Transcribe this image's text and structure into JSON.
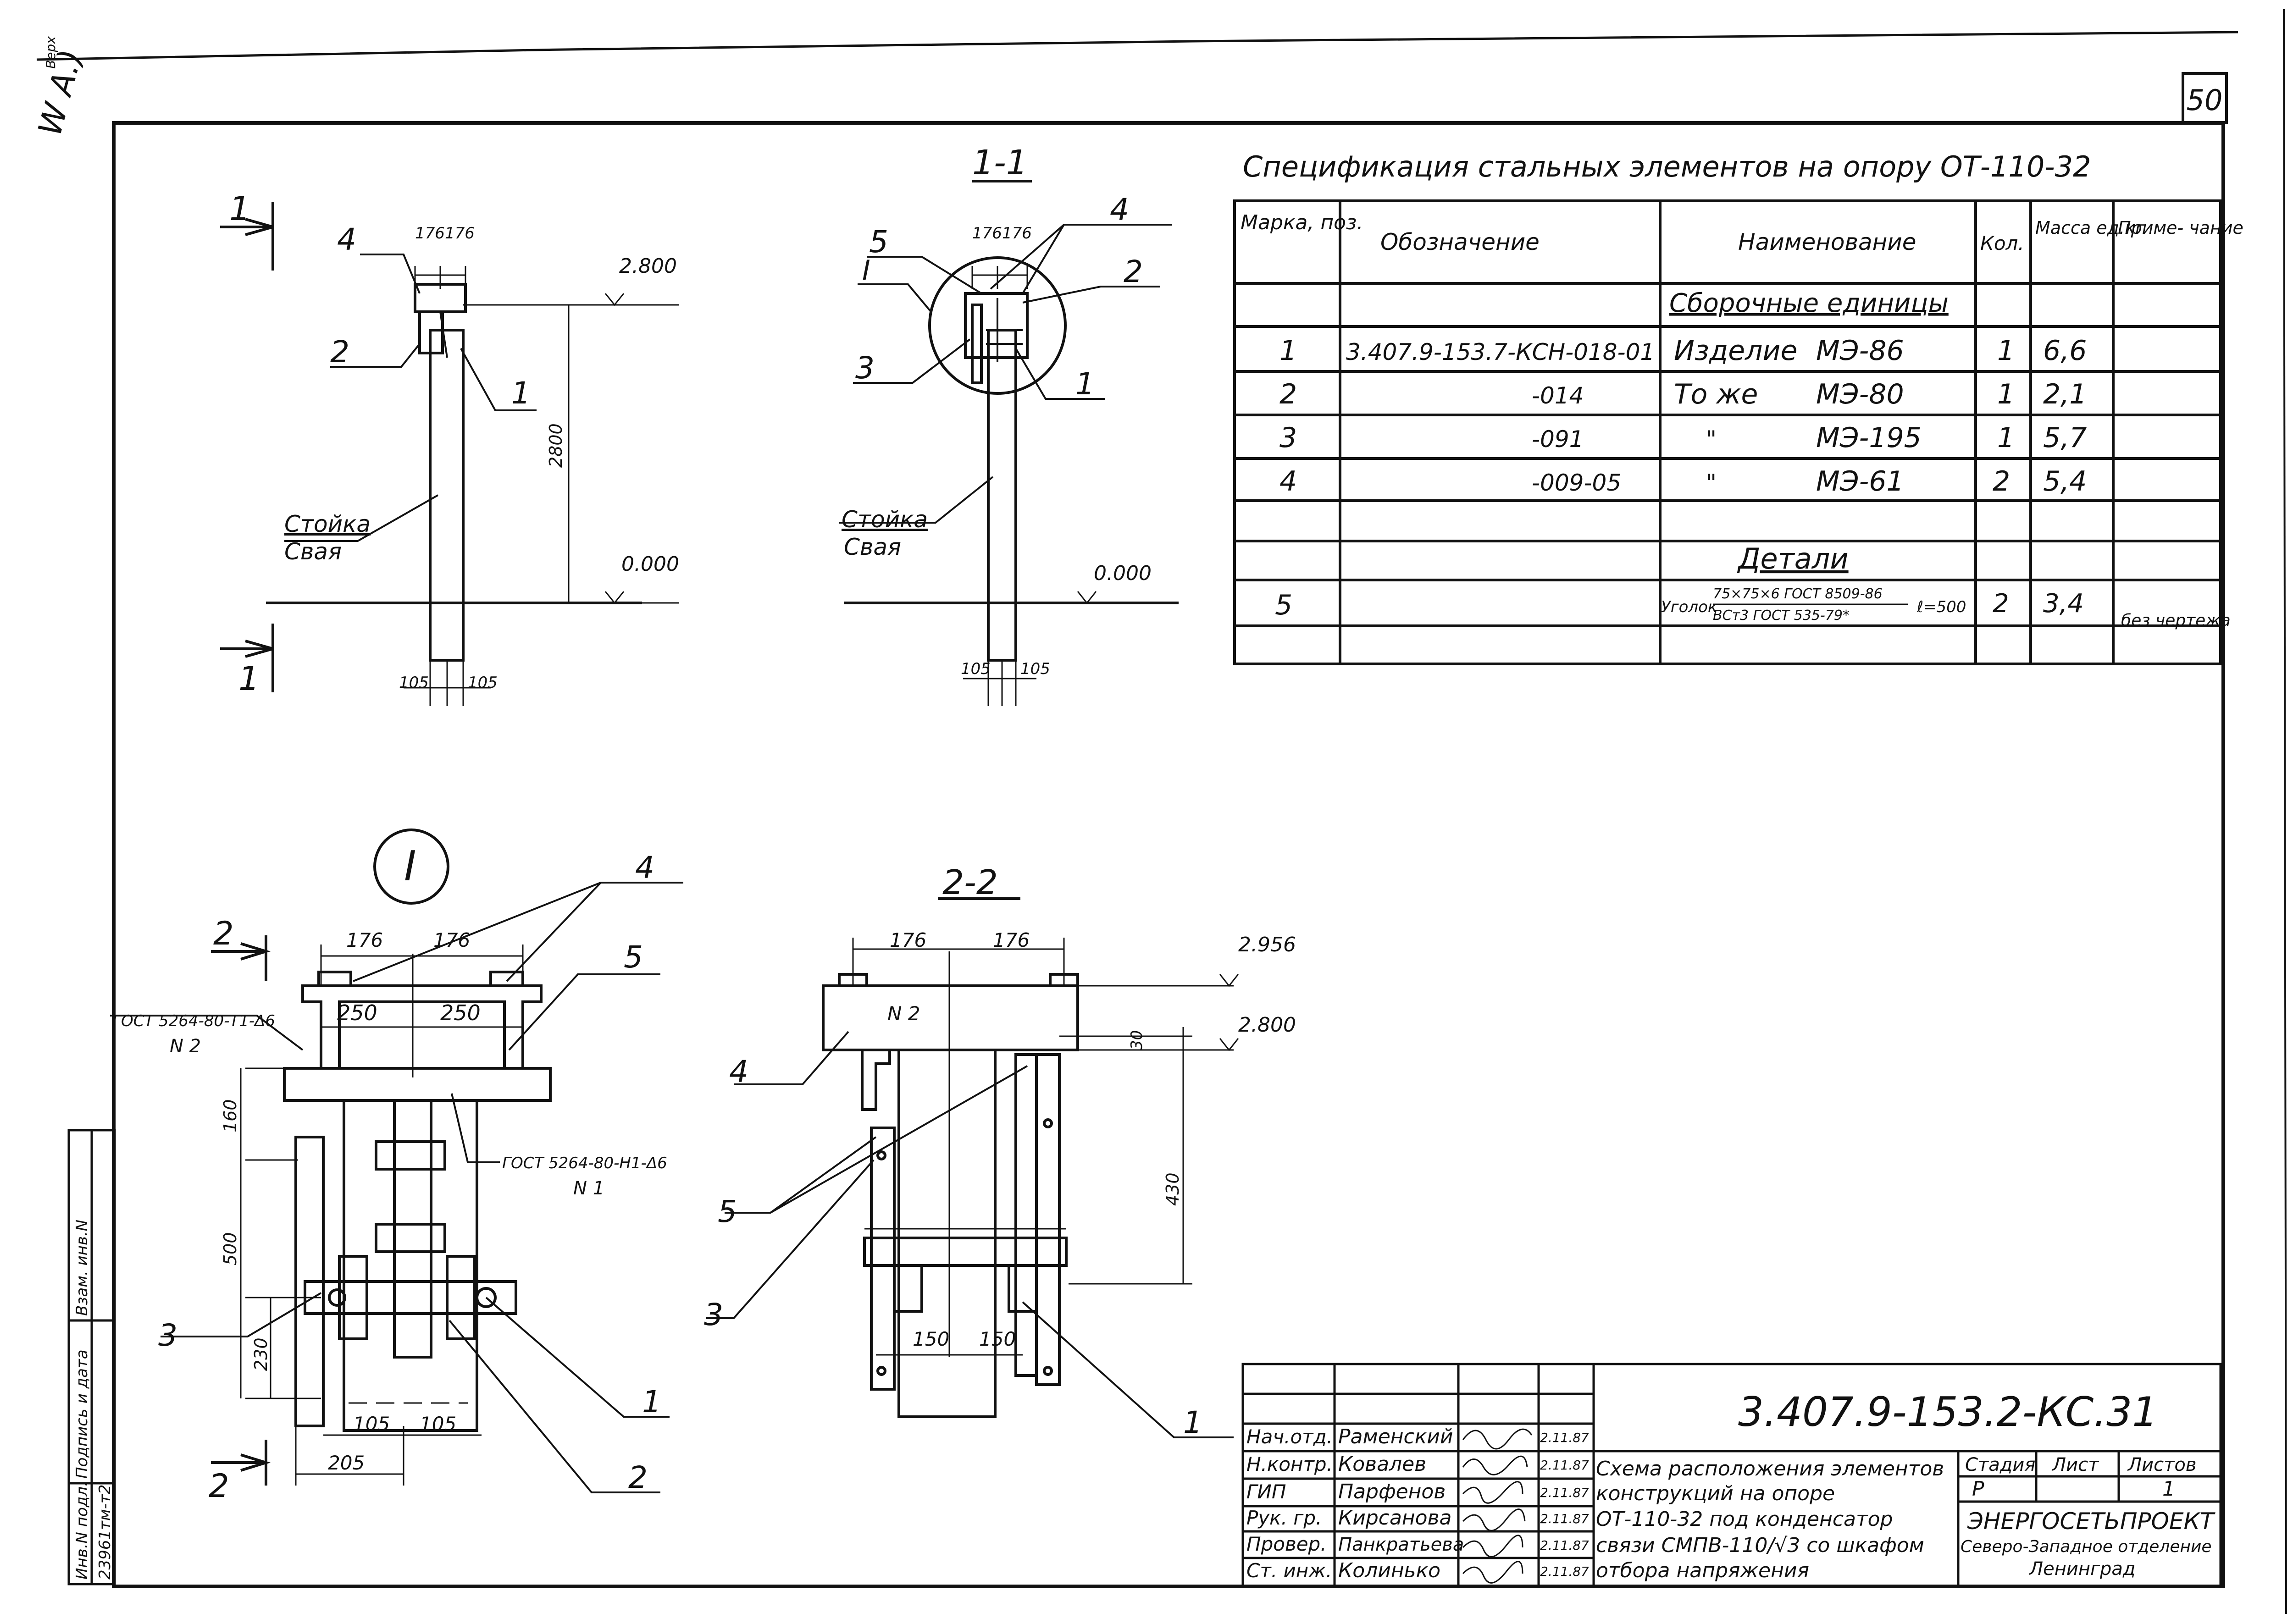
{
  "sheet": {
    "number": "50",
    "corner_note": "Верх",
    "margin_note": "W A.)"
  },
  "spec": {
    "title": "Спецификация стальных элементов на опору ОТ-110-32",
    "headers": {
      "mark": "Марка, поз.",
      "designation": "Обозначение",
      "name": "Наименование",
      "qty": "Кол.",
      "mass": "Масса ед.кг",
      "note": "Приме- чание"
    },
    "section_assemblies": "Сборочные единицы",
    "section_details": "Детали",
    "rows": [
      {
        "mark": "1",
        "designation": "3.407.9-153.7-КСН-018-01",
        "name_a": "Изделие",
        "name_b": "МЭ-86",
        "qty": "1",
        "mass": "6,6",
        "note": ""
      },
      {
        "mark": "2",
        "designation": "-014",
        "name_a": "То же",
        "name_b": "МЭ-80",
        "qty": "1",
        "mass": "2,1",
        "note": ""
      },
      {
        "mark": "3",
        "designation": "-091",
        "name_a": "\"",
        "name_b": "МЭ-195",
        "qty": "1",
        "mass": "5,7",
        "note": ""
      },
      {
        "mark": "4",
        "designation": "-009-05",
        "name_a": "\"",
        "name_b": "МЭ-61",
        "qty": "2",
        "mass": "5,4",
        "note": ""
      }
    ],
    "detail_row": {
      "mark": "5",
      "name_lead": "Уголок",
      "name_top": "75×75×6 ГОСТ 8509-86",
      "name_bottom": "ВСт3 ГОСТ 535-79*",
      "name_len": "ℓ=500",
      "qty": "2",
      "mass": "3,4",
      "note": "без чертежа"
    }
  },
  "view1": {
    "section_mark": "1",
    "dims_top": [
      "176",
      "176"
    ],
    "dims_bottom": [
      "105",
      "105"
    ],
    "height": "2800",
    "level_top": "2.800",
    "level_ground": "0.000",
    "label_post": "Стойка",
    "label_pile": "Свая",
    "callouts": [
      "4",
      "2",
      "1"
    ]
  },
  "view11": {
    "title": "1-1",
    "dims_top": [
      "176",
      "176"
    ],
    "dims_bottom": [
      "105",
      "105"
    ],
    "level_ground": "0.000",
    "label_post": "Стойка",
    "label_pile": "Свая",
    "callouts": [
      "5",
      "I",
      "3",
      "4",
      "2",
      "1"
    ]
  },
  "detailI": {
    "title": "I",
    "section_mark": "2",
    "dims_top": [
      "176",
      "176"
    ],
    "dims_mid": [
      "250",
      "250"
    ],
    "gost1": "ГОСТ 5264-80-Т1-Δ6",
    "gost1_n": "N 2",
    "gost2": "ГОСТ 5264-80-Н1-Δ6",
    "gost2_n": "N 1",
    "dims_vert": [
      "160",
      "500",
      "230"
    ],
    "dims_bottom": [
      "105",
      "105"
    ],
    "dim_205": "205",
    "callouts": [
      "4",
      "5",
      "3",
      "1",
      "2"
    ]
  },
  "view22": {
    "title": "2-2",
    "dims_top": [
      "176",
      "176"
    ],
    "level_top": "2.956",
    "level_mid": "2.800",
    "dim_30": "30",
    "dim_430": "430",
    "weld": "N 2",
    "dims_bottom": [
      "150",
      "150"
    ],
    "callouts": [
      "4",
      "5",
      "3",
      "1"
    ]
  },
  "side_stamp": [
    "Инв.N подл.",
    "Подпись и дата",
    "Взам. инв.N"
  ],
  "side_stamp_value": "23961тм-т2",
  "title_block": {
    "code": "3.407.9-153.2-КС.31",
    "roles": [
      "Нач.отд.",
      "Н.контр.",
      "ГИП",
      "Рук. гр.",
      "Провер.",
      "Ст. инж."
    ],
    "names": [
      "Раменский",
      "Ковалев",
      "Парфенов",
      "Кирсанова",
      "Панкратьева",
      "Колинько"
    ],
    "dates": [
      "2.11.87",
      "2.11.87",
      "2.11.87",
      "2.11.87",
      "2.11.87",
      "2.11.87"
    ],
    "description": [
      "Схема расположения элементов",
      "конструкций на опоре",
      "ОТ-110-32 под конденсатор",
      "связи СМПВ-110/√3 со шкафом",
      "отбора напряжения"
    ],
    "stage_label": "Стадия",
    "sheet_label": "Лист",
    "sheets_label": "Листов",
    "stage": "Р",
    "sheets": "1",
    "org": "ЭНЕРГОСЕТЬПРОЕКТ",
    "branch": "Северо-Западное отделение",
    "city": "Ленинград"
  }
}
